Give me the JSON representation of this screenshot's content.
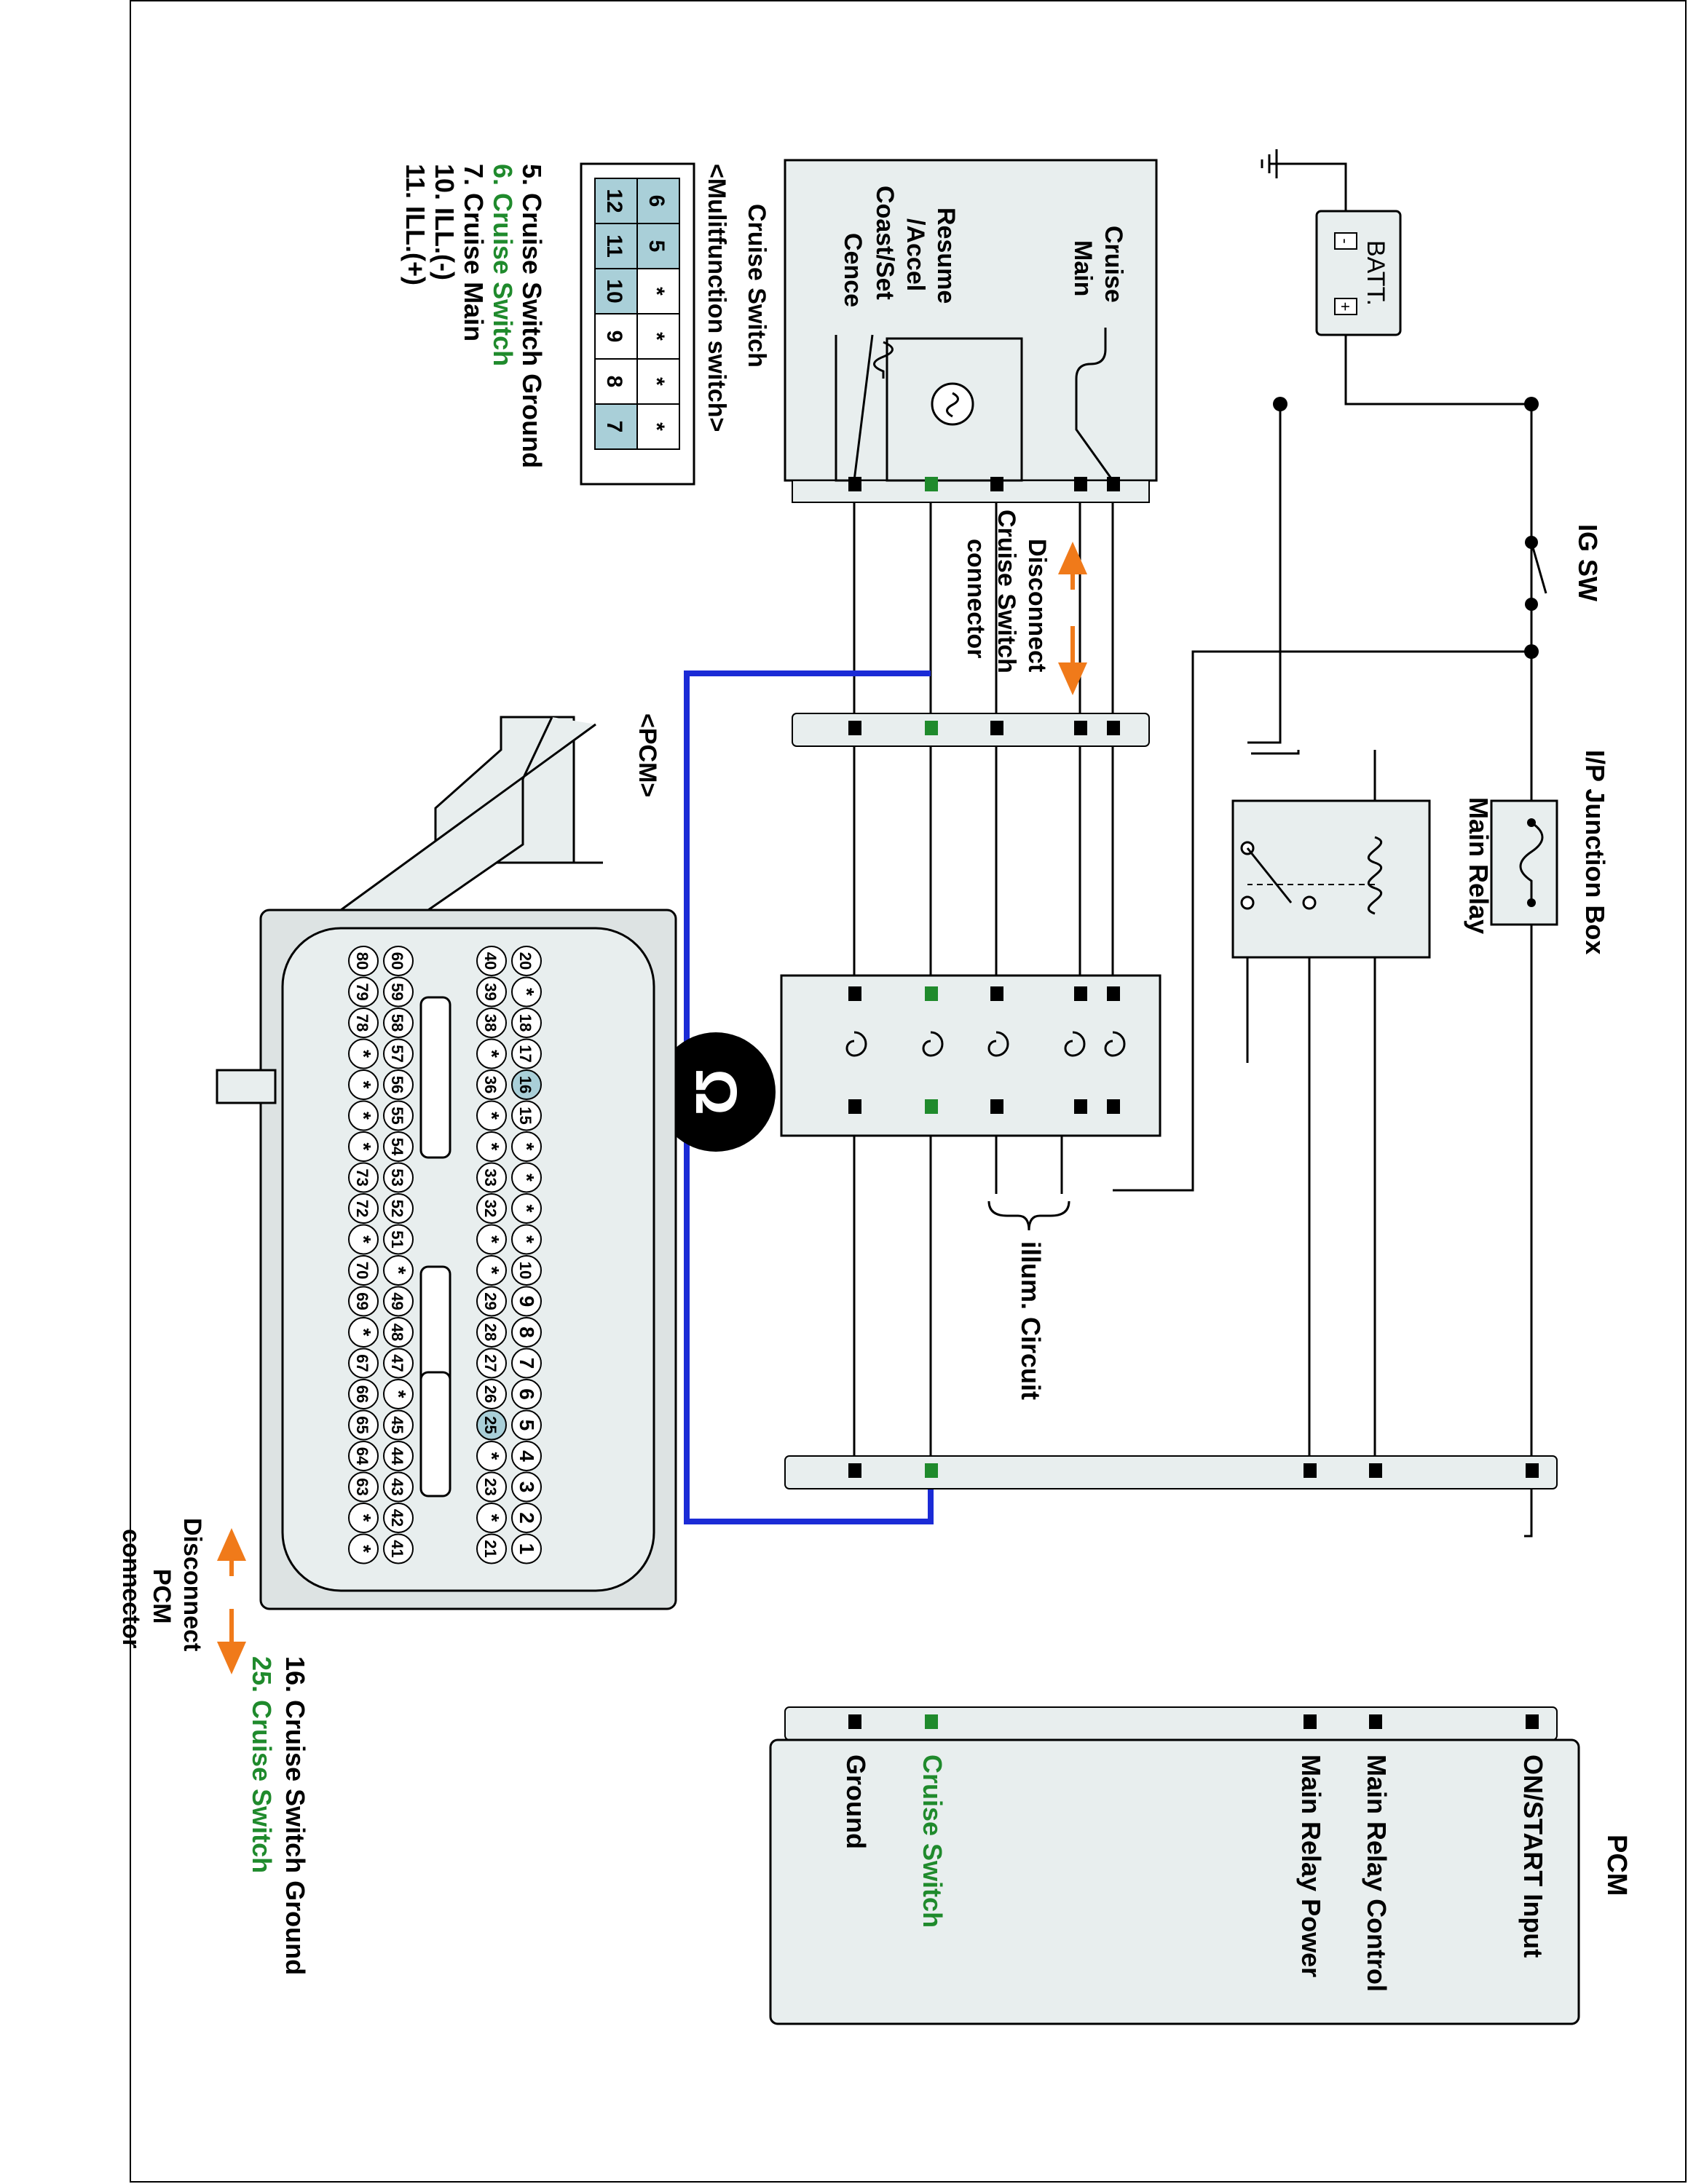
{
  "colors": {
    "wire": "#000000",
    "highlight_wire": "#1b2bd6",
    "cruise_green": "#1f8a2c",
    "arrow_orange": "#f07a1a",
    "connector_fill": "#e8eeee",
    "pin_highlight": "#a9cfd8",
    "pcm_body": "#dde3e3"
  },
  "components": {
    "ig_sw": "IG SW",
    "ip_junction_box": "I/P Junction Box",
    "main_relay": "Main Relay",
    "batt": "BATT.",
    "batt_minus": "-",
    "batt_plus": "+",
    "cruise_switch_labels": {
      "cruise_main": [
        "Cruise",
        "Main"
      ],
      "resume_accel": [
        "Resume",
        "/Accel"
      ],
      "coast_set": "Coast/Set",
      "cence": "Cence"
    },
    "disconnect_cruise": [
      "Disconnect",
      "Cruise Switch",
      "connector"
    ],
    "disconnect_pcm": [
      "Disconnect",
      "PCM",
      "connector"
    ],
    "illum_circuit": "illum. Circuit",
    "clockspring_symbol": "Ω",
    "pcm_box": {
      "title": "PCM",
      "rows": [
        "ON/START Input",
        "Main Relay Control",
        "Main Relay Power",
        "Cruise Switch",
        "Ground"
      ]
    }
  },
  "multifunction": {
    "title": "Cruise Switch",
    "subtitle": "<Mulitfunction switch>",
    "pins_top": [
      "6",
      "5",
      "*",
      "*",
      "*",
      "*"
    ],
    "pins_bottom": [
      "12",
      "11",
      "10",
      "9",
      "8",
      "7"
    ],
    "legend": [
      {
        "text": "5. Cruise Switch Ground",
        "green": false
      },
      {
        "text": "6. Cruise Switch",
        "green": true
      },
      {
        "text": "7. Cruise Main",
        "green": false
      },
      {
        "text": "10. ILL.(-)",
        "green": false
      },
      {
        "text": "11. ILL.(+)",
        "green": false
      }
    ]
  },
  "pcm_connector": {
    "title": "<PCM>",
    "rows": [
      [
        "20",
        "*",
        "18",
        "17",
        "16",
        "15",
        "*",
        "*",
        "*",
        "*",
        "10",
        "9",
        "8",
        "7",
        "6",
        "5",
        "4",
        "3",
        "2",
        "1"
      ],
      [
        "40",
        "39",
        "38",
        "*",
        "36",
        "*",
        "*",
        "33",
        "32",
        "*",
        "*",
        "29",
        "28",
        "27",
        "26",
        "25",
        "*",
        "23",
        "*",
        "21"
      ],
      [
        "60",
        "59",
        "58",
        "57",
        "56",
        "55",
        "54",
        "53",
        "52",
        "51",
        "*",
        "49",
        "48",
        "47",
        "*",
        "45",
        "44",
        "43",
        "42",
        "41"
      ],
      [
        "80",
        "79",
        "78",
        "*",
        "*",
        "*",
        "*",
        "73",
        "72",
        "*",
        "70",
        "69",
        "*",
        "67",
        "66",
        "65",
        "64",
        "63",
        "*",
        "*"
      ]
    ],
    "highlight_pins": [
      "16",
      "25"
    ],
    "legend": [
      {
        "text": "16. Cruise Switch Ground",
        "green": false
      },
      {
        "text": "25. Cruise Switch",
        "green": true
      }
    ]
  }
}
